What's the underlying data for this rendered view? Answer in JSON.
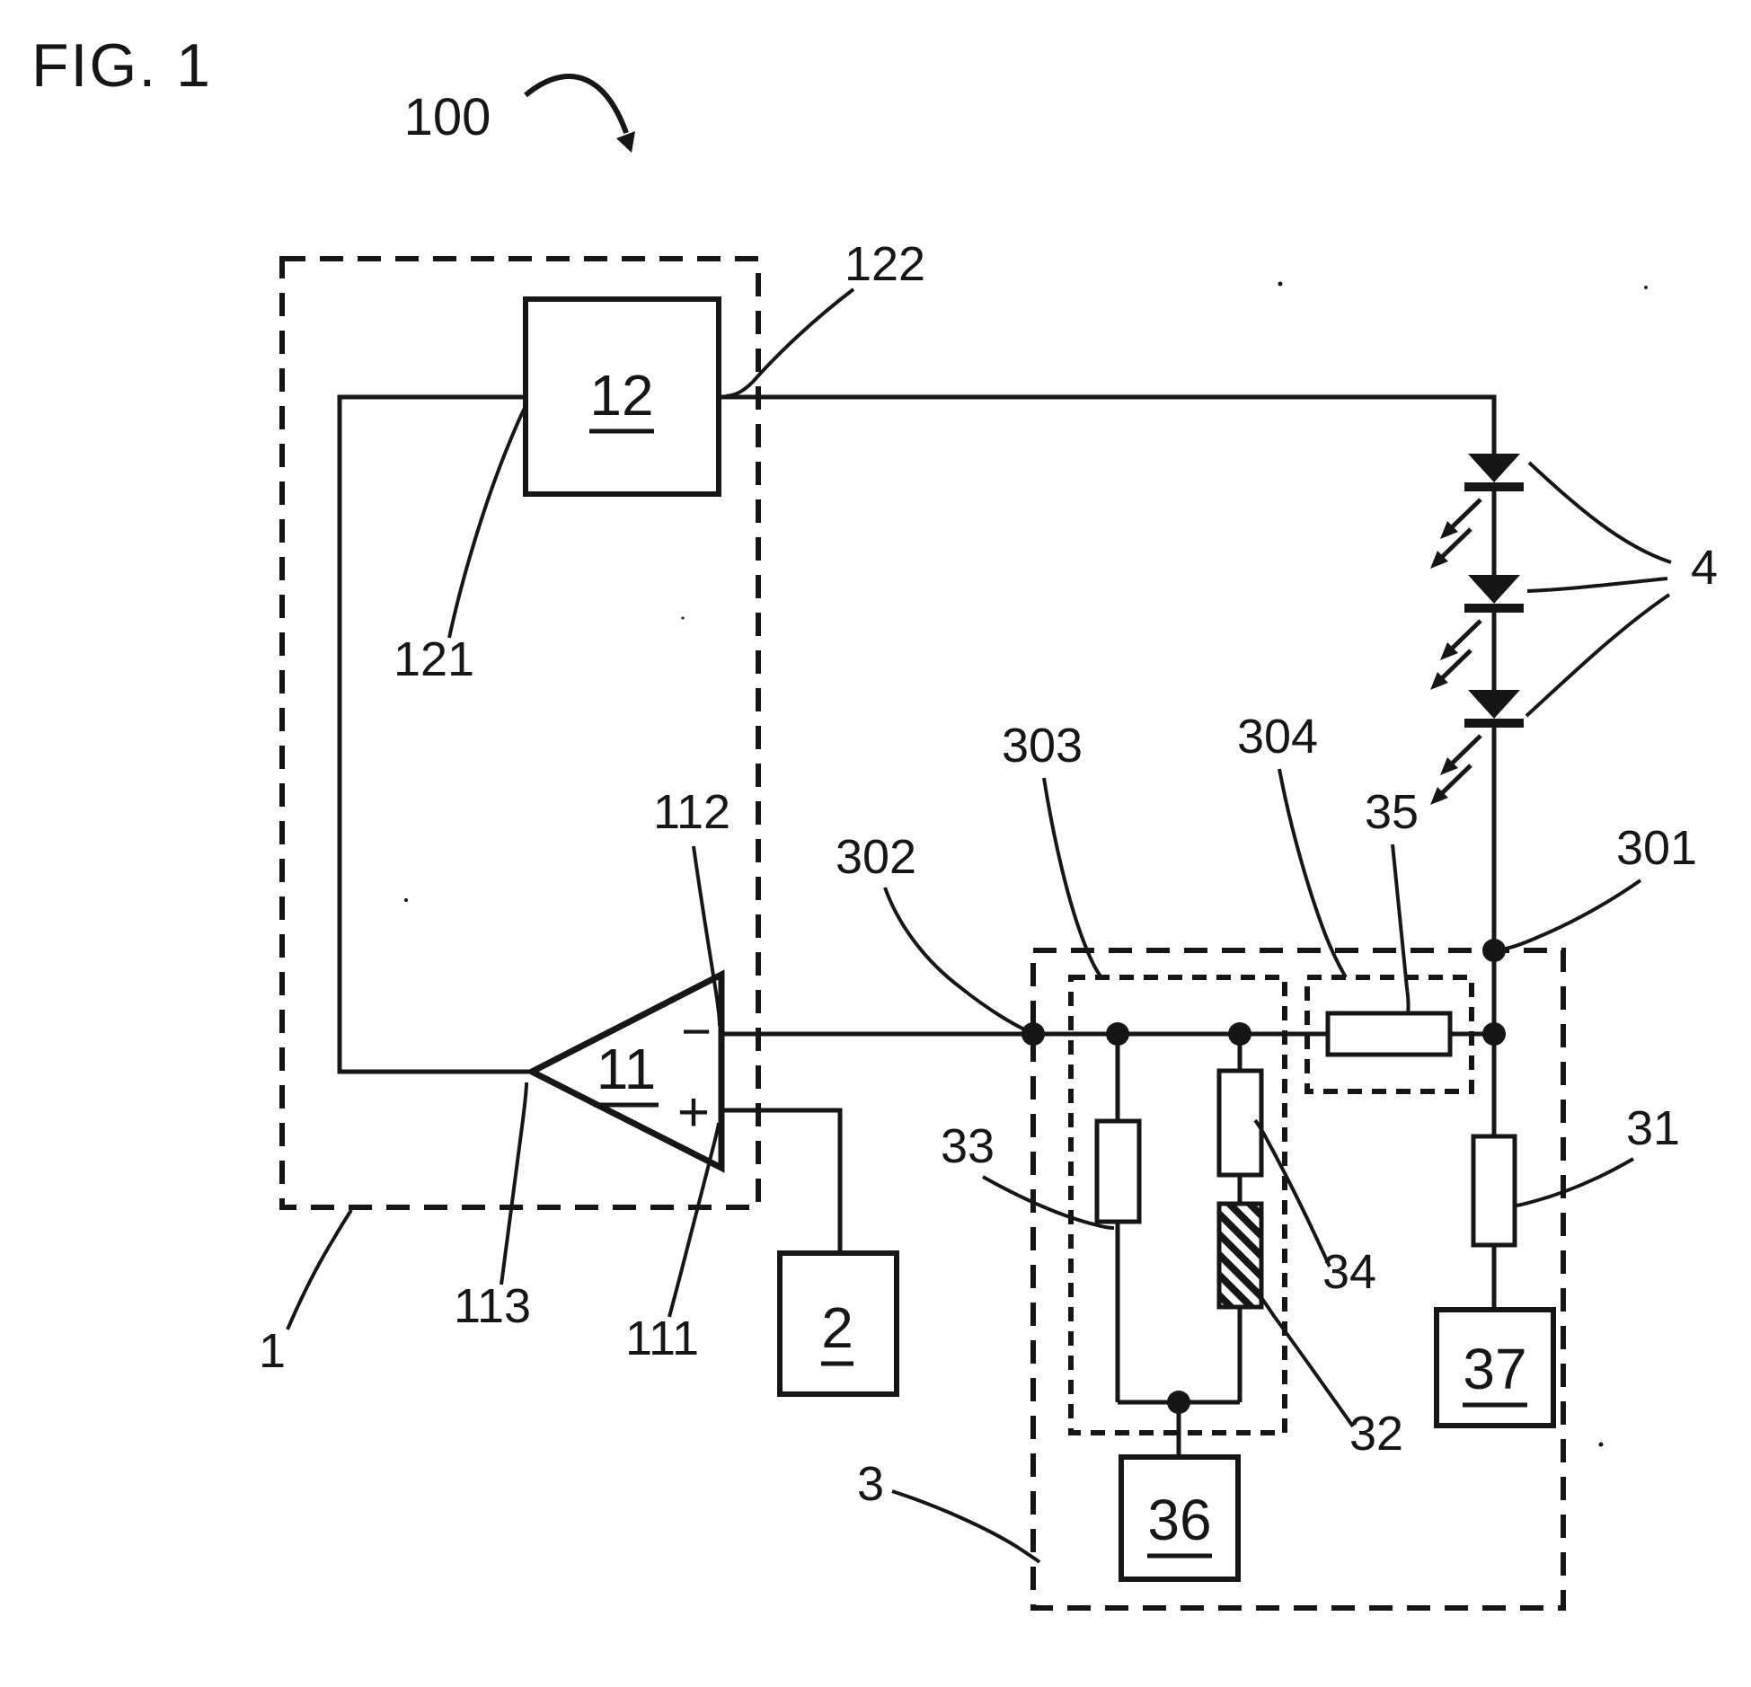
{
  "figure": {
    "title": "FIG. 1",
    "system_ref": "100"
  },
  "colors": {
    "ink": "#161616",
    "paper": "#ffffff"
  },
  "blocks": {
    "block_12": "12",
    "block_11": "11",
    "block_2": "2",
    "block_36": "36",
    "block_37": "37"
  },
  "symbols": {
    "minus": "−",
    "plus": "+"
  },
  "refs": {
    "ref_1": "1",
    "ref_2_note": "2",
    "ref_3": "3",
    "ref_4": "4",
    "ref_31": "31",
    "ref_32": "32",
    "ref_33": "33",
    "ref_34": "34",
    "ref_35": "35",
    "ref_111": "111",
    "ref_112": "112",
    "ref_113": "113",
    "ref_121": "121",
    "ref_122": "122",
    "ref_301": "301",
    "ref_302": "302",
    "ref_303": "303",
    "ref_304": "304"
  }
}
